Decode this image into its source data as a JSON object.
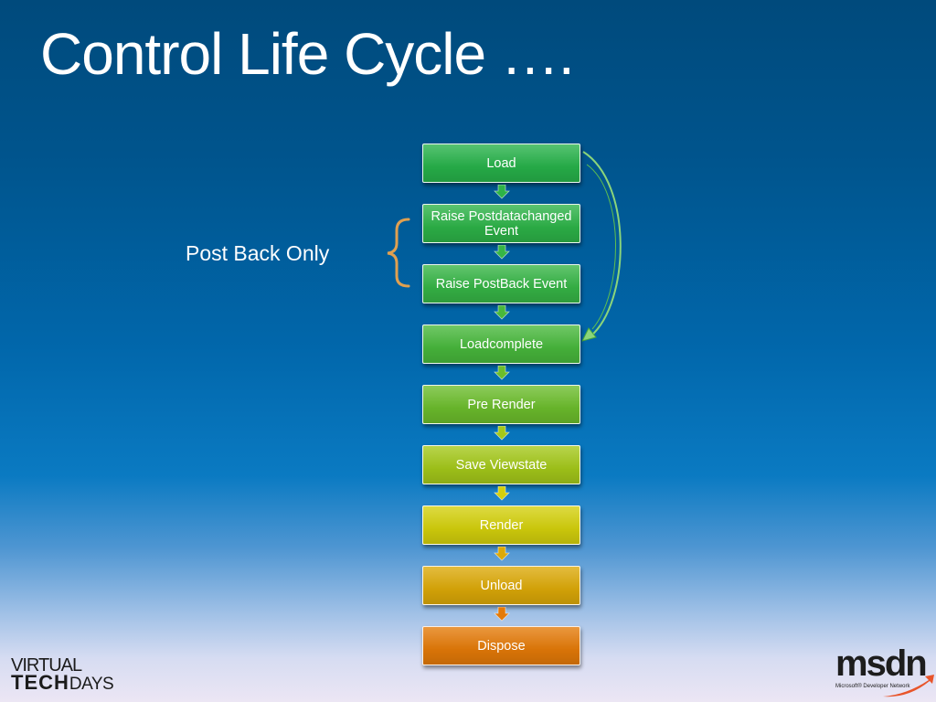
{
  "slide": {
    "title": "Control Life Cycle ….",
    "side_label": "Post Back Only"
  },
  "steps": [
    {
      "label": "Load",
      "color": "#27b24a"
    },
    {
      "label": "Raise Postdatachanged Event",
      "color": "#2db348"
    },
    {
      "label": "Raise PostBack Event",
      "color": "#36b546"
    },
    {
      "label": "Loadcomplete",
      "color": "#48b83c"
    },
    {
      "label": "Pre Render",
      "color": "#6cbd2c"
    },
    {
      "label": "Save Viewstate",
      "color": "#a4c81a"
    },
    {
      "label": "Render",
      "color": "#d4d00c"
    },
    {
      "label": "Unload",
      "color": "#dca908"
    },
    {
      "label": "Dispose",
      "color": "#e47a08"
    }
  ],
  "footer": {
    "brand_line1": "VIRTUAL",
    "brand_tech": "TECH",
    "brand_days": "DAYS",
    "msdn_word": "msdn",
    "msdn_sub": "Microsoft® Developer Network"
  },
  "colors": {
    "bracket": "#e0a050",
    "loop_arrow": "#8bd57a"
  }
}
